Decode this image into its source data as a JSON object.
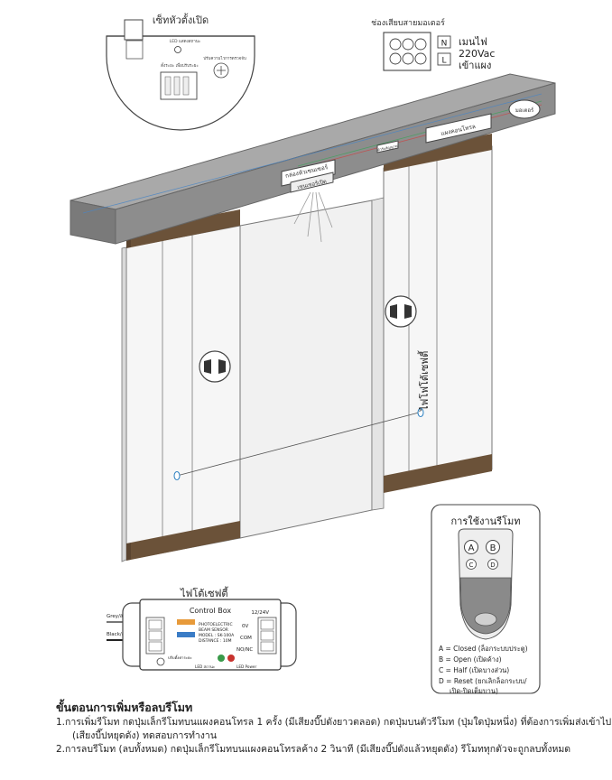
{
  "sensor_panel": {
    "title": "เซ็ทหัวตั้งเปิด",
    "led_label": "LED แสดงสถานะ",
    "dip_label": "ตั้งระยะ เพื่อปรับระยะ",
    "adjust_label": "ปรับความไวการตรวจจับ"
  },
  "motor_connector": {
    "title": "ช่องเสียบสายมอเตอร์",
    "n_label": "N",
    "l_label": "L",
    "main_power": "เมนไฟ",
    "voltage": "220Vac",
    "entry": "เข้าแผง"
  },
  "track": {
    "motor_label": "มอเตอร์",
    "control_board_label": "แผงคอนโทรล",
    "small_box_label": "ตัวรับสัญญาณ",
    "sensor_top_label": "กล่องหัวเซนเซอร์",
    "sensor_bottom_label": "เซนเซอร์เปิด"
  },
  "beam_label": "ไฟโฟโต้เซฟตี้",
  "control_box": {
    "section_title": "ไฟโต้เซฟตี้",
    "title": "Control Box",
    "voltage": "12/24V",
    "spec_lines": [
      "PHOTOELECTRIC",
      "BEAM SENSOR",
      "MODEL : SK-100A",
      "DISTANCE : 10M"
    ],
    "ov": "0V",
    "com": "COM",
    "nonc": "NO/NC",
    "led_left": "LED สถานะ",
    "led_right": "LED Power",
    "knob_label": "ปรับตั้งค่าระยะ",
    "gray_wire": "Grey/สายเทา",
    "black_wire": "Black/สายดำ"
  },
  "remote": {
    "title": "การใช้งานรีโมท",
    "buttons": [
      "A",
      "B",
      "C",
      "D"
    ],
    "legend": [
      "A = Closed (ล็อกระบบประตู)",
      "B = Open (เปิดค้าง)",
      "C = Half (เปิดบางส่วน)",
      "D = Reset (ยกเลิกล็อกระบบ/",
      "เปิด-ปิดเต็มบาน)"
    ]
  },
  "instructions": {
    "title": "ขั้นตอนการเพิ่มหรือลบรีโมท",
    "line1": "1.การเพิ่มรีโมท กดปุ่มเล็กรีโมทบนแผงคอนโทรล 1 ครั้ง (มีเสียงบี๊ปดังยาวตลอด) กดปุ่มบนตัวรีโมท (ปุ่มใดปุ่มหนึ่ง) ที่ต้องการเพิ่มส่งเข้าไป",
    "line1b": "(เสียงบี๊ปหยุดดัง) ทดสอบการทำงาน",
    "line2": "2.การลบรีโมท (ลบทั้งหมด) กดปุ่มเล็กรีโมทบนแผงคอนโทรลค้าง 2 วินาที (มีเสียงบี๊ปดังแล้วหยุดดัง) รีโมททุกตัวจะถูกลบทั้งหมด"
  },
  "colors": {
    "track_front": "#8d8d8d",
    "track_top": "#a9a9a9",
    "door_band": "#6b5239",
    "door_panel": "#f4f4f4"
  }
}
